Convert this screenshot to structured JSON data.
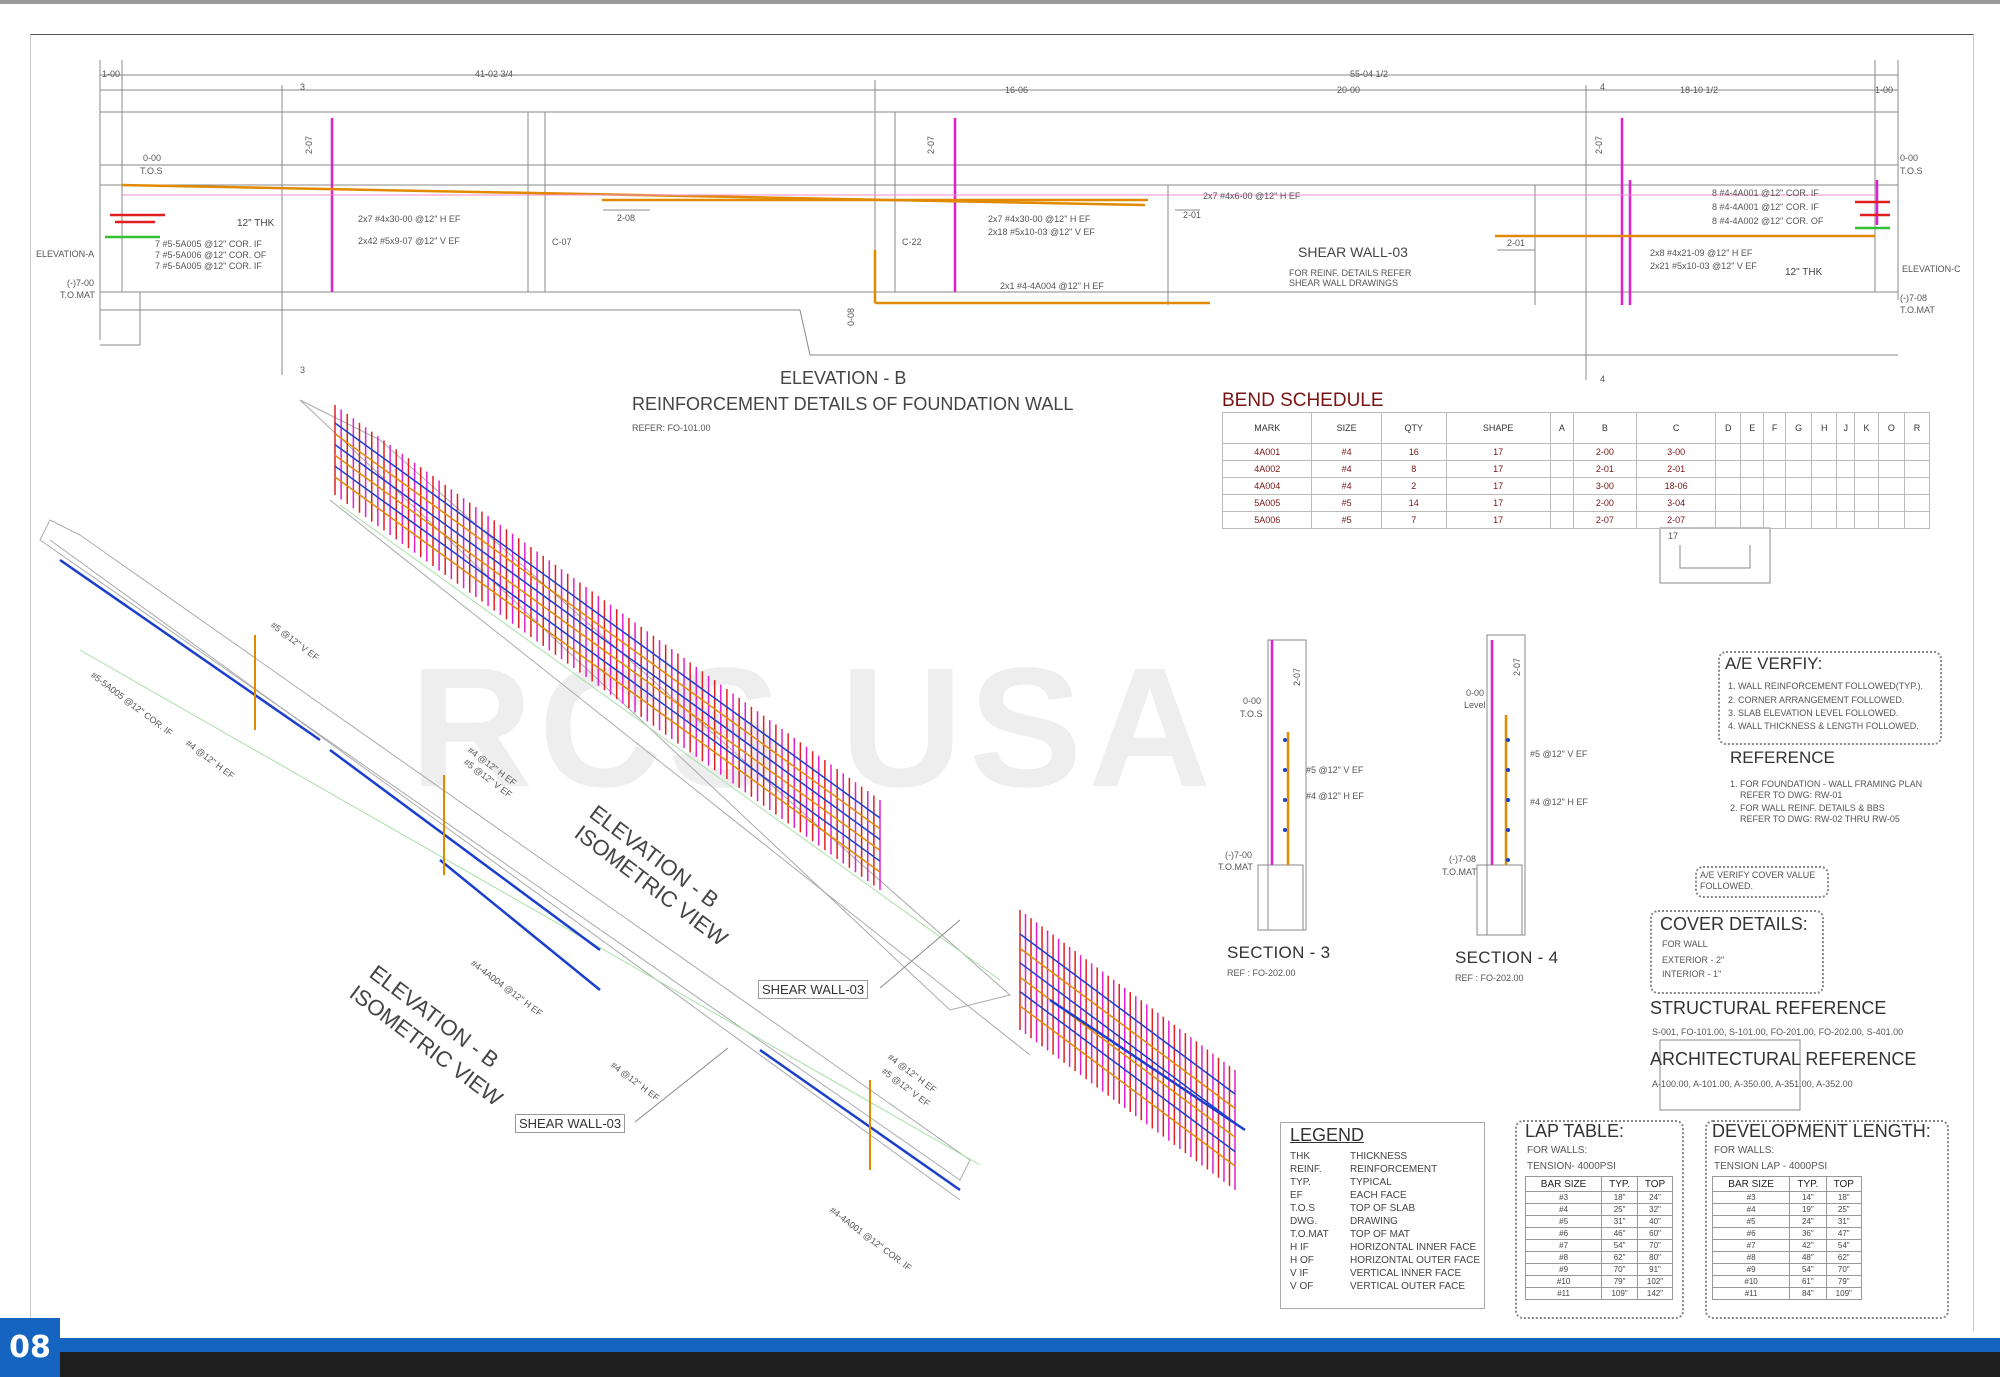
{
  "page_number": "08",
  "watermark": "RCS USA",
  "elevation": {
    "dims": [
      "1-00",
      "41-02 3/4",
      "55-04 1/2",
      "16-06",
      "20-00",
      "18-10 1/2",
      "1-00",
      "2-07",
      "2-07",
      "2-07",
      "2-08",
      "2-01",
      "2-01",
      "0-08"
    ],
    "grid": [
      "3",
      "3",
      "4",
      "4"
    ],
    "levels": {
      "tos_l": "0-00",
      "tos_l_lbl": "T.O.S",
      "tom_l": "(-)7-00",
      "tom_l_lbl": "T.O.MAT",
      "tos_r": "0-00",
      "tos_r_lbl": "T.O.S",
      "tom_r": "(-)7-08",
      "tom_r_lbl": "T.O.MAT"
    },
    "elev_a": "ELEVATION-A",
    "elev_c": "ELEVATION-C",
    "thk": "12\" THK",
    "thk2": "12\" THK",
    "left_bars": [
      "7 #5-5A005 @12\" COR. IF",
      "7 #5-5A006 @12\" COR. OF",
      "7 #5-5A005 @12\" COR. IF"
    ],
    "b1": "2x7 #4x30-00 @12\" H EF",
    "b2": "2x42 #5x9-07 @12\" V EF",
    "c07": "C-07",
    "c22": "C-22",
    "b3": "2x7 #4x30-00 @12\" H EF",
    "b4": "2x18 #5x10-03 @12\" V EF",
    "b5": "2x1 #4-4A004 @12\" H EF",
    "b6": "2x7 #4x6-00 @12\" H EF",
    "shear_wall": "SHEAR WALL-03",
    "shear_note": [
      "FOR REINF. DETAILS REFER",
      "SHEAR WALL DRAWINGS"
    ],
    "right_bars": [
      "8 #4-4A001 @12\" COR. IF",
      "8 #4-4A001 @12\" COR. IF",
      "8 #4-4A002 @12\" COR. OF"
    ],
    "b7": "2x8 #4x21-09 @12\" H EF",
    "b8": "2x21 #5x10-03 @12\" V EF",
    "title1": "ELEVATION - B",
    "title2": "REINFORCEMENT DETAILS OF FOUNDATION WALL",
    "refer": "REFER: FO-101.00"
  },
  "bend_schedule": {
    "title": "BEND SCHEDULE",
    "headers": [
      "MARK",
      "SIZE",
      "QTY",
      "SHAPE",
      "A",
      "B",
      "C",
      "D",
      "E",
      "F",
      "G",
      "H",
      "J",
      "K",
      "O",
      "R"
    ],
    "rows": [
      [
        "4A001",
        "#4",
        "16",
        "17",
        "",
        "2-00",
        "3-00",
        "",
        "",
        "",
        "",
        "",
        "",
        "",
        "",
        ""
      ],
      [
        "4A002",
        "#4",
        "8",
        "17",
        "",
        "2-01",
        "2-01",
        "",
        "",
        "",
        "",
        "",
        "",
        "",
        "",
        ""
      ],
      [
        "4A004",
        "#4",
        "2",
        "17",
        "",
        "3-00",
        "18-06",
        "",
        "",
        "",
        "",
        "",
        "",
        "",
        "",
        ""
      ],
      [
        "5A005",
        "#5",
        "14",
        "17",
        "",
        "2-00",
        "3-04",
        "",
        "",
        "",
        "",
        "",
        "",
        "",
        "",
        ""
      ],
      [
        "5A006",
        "#5",
        "7",
        "17",
        "",
        "2-07",
        "2-07",
        "",
        "",
        "",
        "",
        "",
        "",
        "",
        "",
        ""
      ]
    ],
    "shape_label": "17"
  },
  "iso": {
    "title_a": "ELEVATION - B",
    "title_b": "ISOMETRIC VIEW",
    "title_c": "ELEVATION - B",
    "title_d": "ISOMETRIC VIEW",
    "shear1": "SHEAR WALL-03",
    "shear2": "SHEAR WALL-03",
    "l1": "#5 @12\" V EF",
    "l2": "#5-5A005 @12\" COR. IF",
    "l3": "#4 @12\" H EF",
    "l4": "#4 @12\" H EF",
    "l5": "#5 @12\" V EF",
    "l6": "#4-4A004 @12\" H EF",
    "l7": "#4 @12\" H EF",
    "l8": "#4 @12\" H EF",
    "l9": "#5 @12\" V EF",
    "l10": "#4-4A001 @12\" COR. IF"
  },
  "sections": {
    "s3": {
      "title": "SECTION - 3",
      "ref": "REF : FO-202.00",
      "top": "0-00",
      "top_lbl": "T.O.S",
      "bot": "(-)7-00",
      "bot_lbl": "T.O.MAT",
      "v": "#5 @12\" V EF",
      "h": "#4 @12\" H EF",
      "dim": "2-07"
    },
    "s4": {
      "title": "SECTION - 4",
      "ref": "REF : FO-202.00",
      "top": "0-00",
      "top_lbl": "Level",
      "bot": "(-)7-08",
      "bot_lbl": "T.O.MAT",
      "v": "#5 @12\" V EF",
      "h": "#4 @12\" H EF",
      "dim": "2-07"
    }
  },
  "ae_verify": {
    "title": "A/E VERFIY:",
    "items": [
      "1. WALL REINFORCEMENT FOLLOWED(TYP.).",
      "2. CORNER ARRANGEMENT FOLLOWED.",
      "3. SLAB ELEVATION LEVEL FOLLOWED.",
      "4. WALL THICKNESS & LENGTH FOLLOWED."
    ]
  },
  "reference": {
    "title": "REFERENCE",
    "items": [
      "1. FOR FOUNDATION - WALL FRAMING PLAN",
      "    REFER TO DWG: RW-01",
      "2. FOR WALL REINF. DETAILS & BBS",
      "    REFER TO DWG: RW-02 THRU RW-05"
    ]
  },
  "cover_note": [
    "A/E VERIFY COVER VALUE",
    "FOLLOWED."
  ],
  "cover": {
    "title": "COVER DETAILS:",
    "items": [
      "FOR WALL",
      "EXTERIOR - 2\"",
      "INTERIOR - 1\""
    ]
  },
  "structural": {
    "title": "STRUCTURAL REFERENCE",
    "text": "S-001, FO-101.00, S-101.00, FO-201.00, FO-202.00, S-401.00"
  },
  "architectural": {
    "title": "ARCHITECTURAL REFERENCE",
    "text": "A-100.00, A-101.00, A-350.00, A-351.00, A-352.00"
  },
  "legend": {
    "title": "LEGEND",
    "rows": [
      [
        "THK",
        "THICKNESS"
      ],
      [
        "REINF.",
        "REINFORCEMENT"
      ],
      [
        "TYP.",
        "TYPICAL"
      ],
      [
        "EF",
        "EACH FACE"
      ],
      [
        "T.O.S",
        "TOP OF SLAB"
      ],
      [
        "DWG.",
        "DRAWING"
      ],
      [
        "T.O.MAT",
        "TOP OF MAT"
      ],
      [
        "H IF",
        "HORIZONTAL INNER FACE"
      ],
      [
        "H OF",
        "HORIZONTAL OUTER FACE"
      ],
      [
        "V IF",
        "VERTICAL INNER FACE"
      ],
      [
        "V OF",
        "VERTICAL OUTER FACE"
      ]
    ]
  },
  "lap_table": {
    "title": "LAP TABLE:",
    "sub1": "FOR WALLS:",
    "sub2": "TENSION- 4000PSI",
    "headers": [
      "BAR SIZE",
      "TYP.",
      "TOP"
    ],
    "rows": [
      [
        "#3",
        "18\"",
        "24\""
      ],
      [
        "#4",
        "25\"",
        "32\""
      ],
      [
        "#5",
        "31\"",
        "40\""
      ],
      [
        "#6",
        "46\"",
        "60\""
      ],
      [
        "#7",
        "54\"",
        "70\""
      ],
      [
        "#8",
        "62\"",
        "80\""
      ],
      [
        "#9",
        "70\"",
        "91\""
      ],
      [
        "#10",
        "79\"",
        "102\""
      ],
      [
        "#11",
        "109\"",
        "142\""
      ]
    ]
  },
  "dev_length": {
    "title": "DEVELOPMENT LENGTH:",
    "sub1": "FOR WALLS:",
    "sub2": "TENSION LAP - 4000PSI",
    "headers": [
      "BAR SIZE",
      "TYP.",
      "TOP"
    ],
    "rows": [
      [
        "#3",
        "14\"",
        "18\""
      ],
      [
        "#4",
        "19\"",
        "25\""
      ],
      [
        "#5",
        "24\"",
        "31\""
      ],
      [
        "#6",
        "36\"",
        "47\""
      ],
      [
        "#7",
        "42\"",
        "54\""
      ],
      [
        "#8",
        "48\"",
        "62\""
      ],
      [
        "#9",
        "54\"",
        "70\""
      ],
      [
        "#10",
        "61\"",
        "79\""
      ],
      [
        "#11",
        "84\"",
        "109\""
      ]
    ]
  },
  "colors": {
    "magenta": "#e020d0",
    "orange": "#e08a00",
    "blue": "#1a3fcc",
    "red": "#e02020",
    "green": "#30c030",
    "dark_red": "#7a1414",
    "brand_blue": "#1565c0"
  }
}
